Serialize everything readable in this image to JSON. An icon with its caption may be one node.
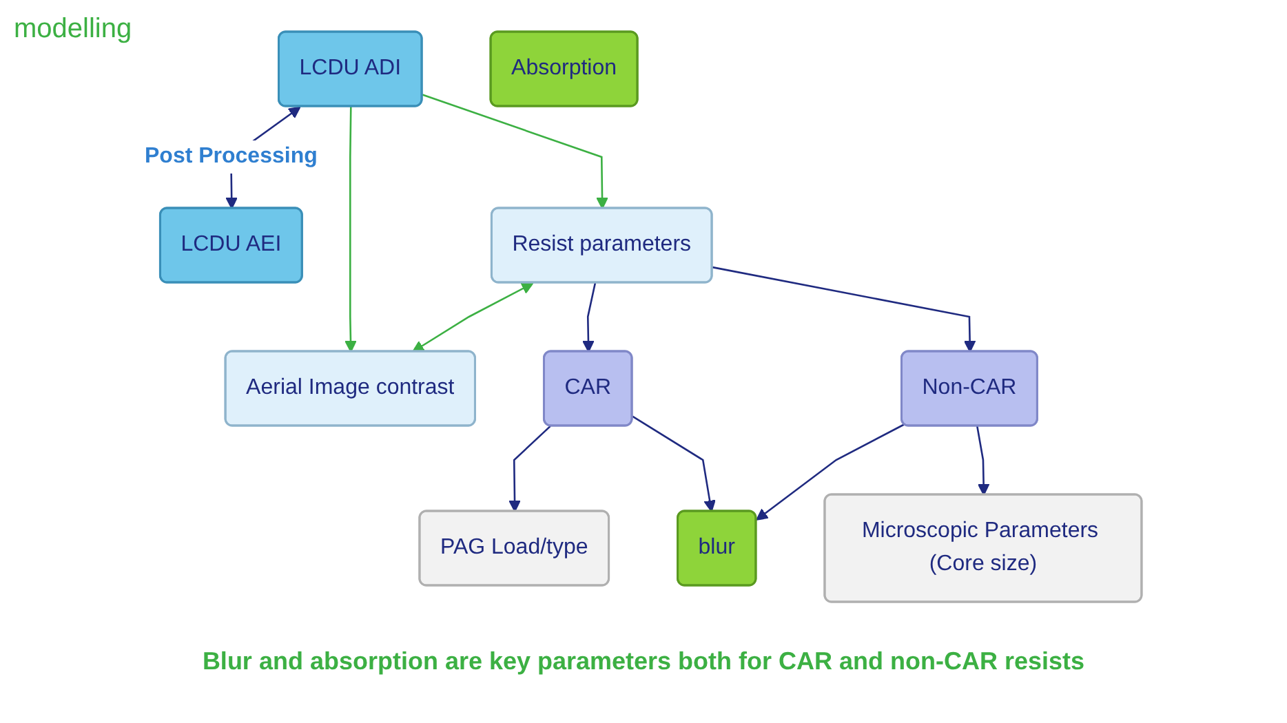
{
  "diagram": {
    "caption": "Blur and absorption are key parameters both for CAR and non-CAR resists",
    "nodes": [
      {
        "text": [
          "LCDU ADI"
        ]
      },
      {
        "text": [
          "LCDU AEI"
        ]
      },
      {
        "text": [
          "Resist parameters"
        ]
      },
      {
        "text": [
          "Aerial Image contrast"
        ]
      },
      {
        "text": [
          "CAR"
        ]
      },
      {
        "text": [
          "Non-CAR"
        ]
      },
      {
        "text": [
          "PAG Load/type"
        ]
      },
      {
        "text": [
          "blur"
        ]
      },
      {
        "text": [
          "Absorption"
        ]
      },
      {
        "text": [
          "Microscopic Parameters (Core size)"
        ]
      }
    ],
    "edges": [
      {
        "from": 0,
        "to": 1,
        "arrow": "both",
        "label": "Post Processing"
      },
      {
        "from": 0,
        "to": 2,
        "arrow": "to",
        "color": "#3cb043"
      },
      {
        "from": 0,
        "to": 3,
        "arrow": "to",
        "color": "#3cb043"
      },
      {
        "from": 2,
        "to": 3,
        "arrow": "both",
        "color": "#3cb043"
      },
      {
        "from": 2,
        "to": 4,
        "arrow": "to"
      },
      {
        "from": 2,
        "to": 5,
        "arrow": "to"
      },
      {
        "from": 4,
        "to": 6,
        "arrow": "to"
      },
      {
        "from": 4,
        "to": 7,
        "arrow": "to"
      },
      {
        "from": 5,
        "to": 7,
        "arrow": "to"
      },
      {
        "from": 5,
        "to": 9,
        "arrow": "to"
      }
    ],
    "labels": [
      "modelling"
    ]
  }
}
